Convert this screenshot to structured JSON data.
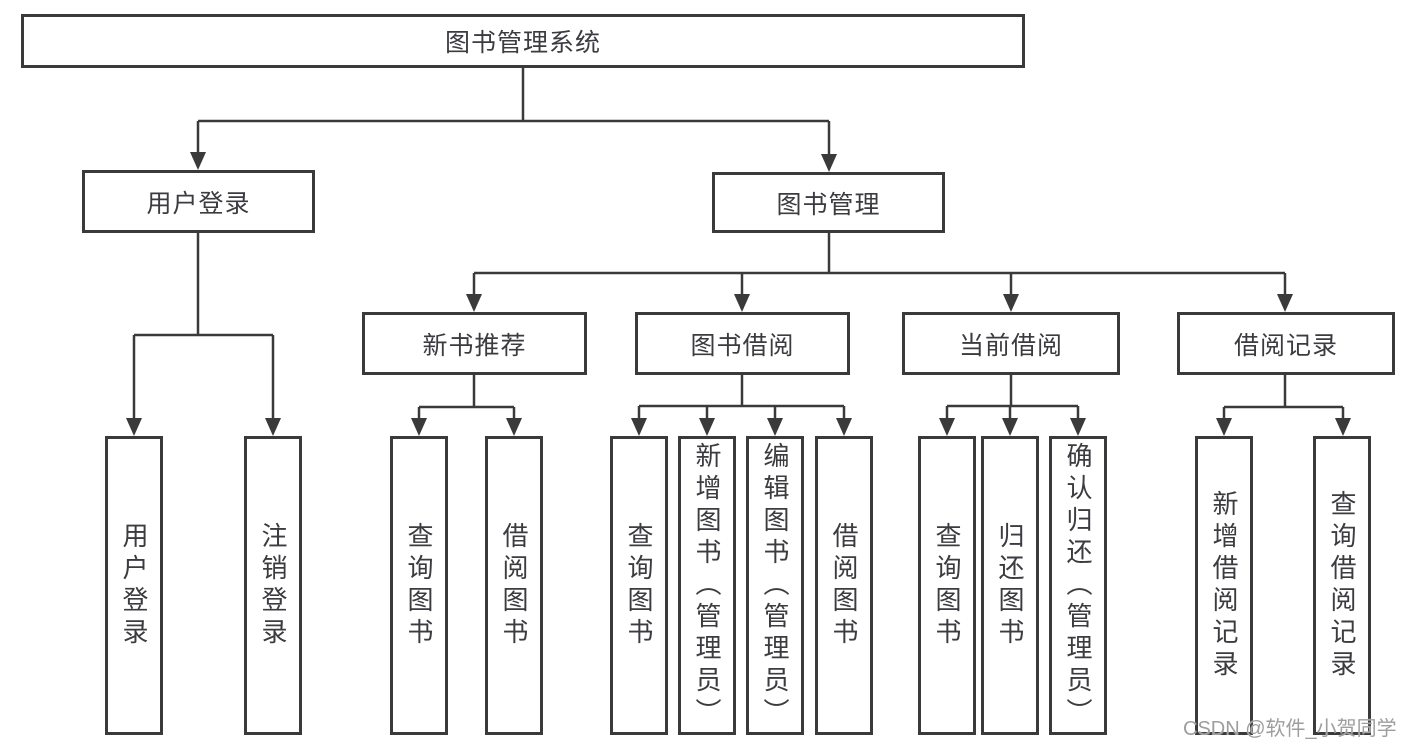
{
  "diagram_title": "图书管理系统",
  "tree": {
    "label": "图书管理系统",
    "children": [
      {
        "label": "用户登录",
        "children": [
          {
            "label": "用户登录"
          },
          {
            "label": "注销登录"
          }
        ]
      },
      {
        "label": "图书管理",
        "children": [
          {
            "label": "新书推荐",
            "children": [
              {
                "label": "查询图书"
              },
              {
                "label": "借阅图书"
              }
            ]
          },
          {
            "label": "图书借阅",
            "children": [
              {
                "label": "查询图书"
              },
              {
                "label": "新增图书（管理员）"
              },
              {
                "label": "编辑图书（管理员）"
              },
              {
                "label": "借阅图书"
              }
            ]
          },
          {
            "label": "当前借阅",
            "children": [
              {
                "label": "查询图书"
              },
              {
                "label": "归还图书"
              },
              {
                "label": "确认归还（管理员）"
              }
            ]
          },
          {
            "label": "借阅记录",
            "children": [
              {
                "label": "新增借阅记录"
              },
              {
                "label": "查询借阅记录"
              }
            ]
          }
        ]
      }
    ]
  },
  "watermark": {
    "text": "CSDN @软件_小贺同学",
    "color": "#9e9e9e"
  },
  "colors": {
    "background": "#ffffff",
    "box_border": "#3a3a3a",
    "line": "#3a3a3a",
    "text": "#3b3b40"
  }
}
